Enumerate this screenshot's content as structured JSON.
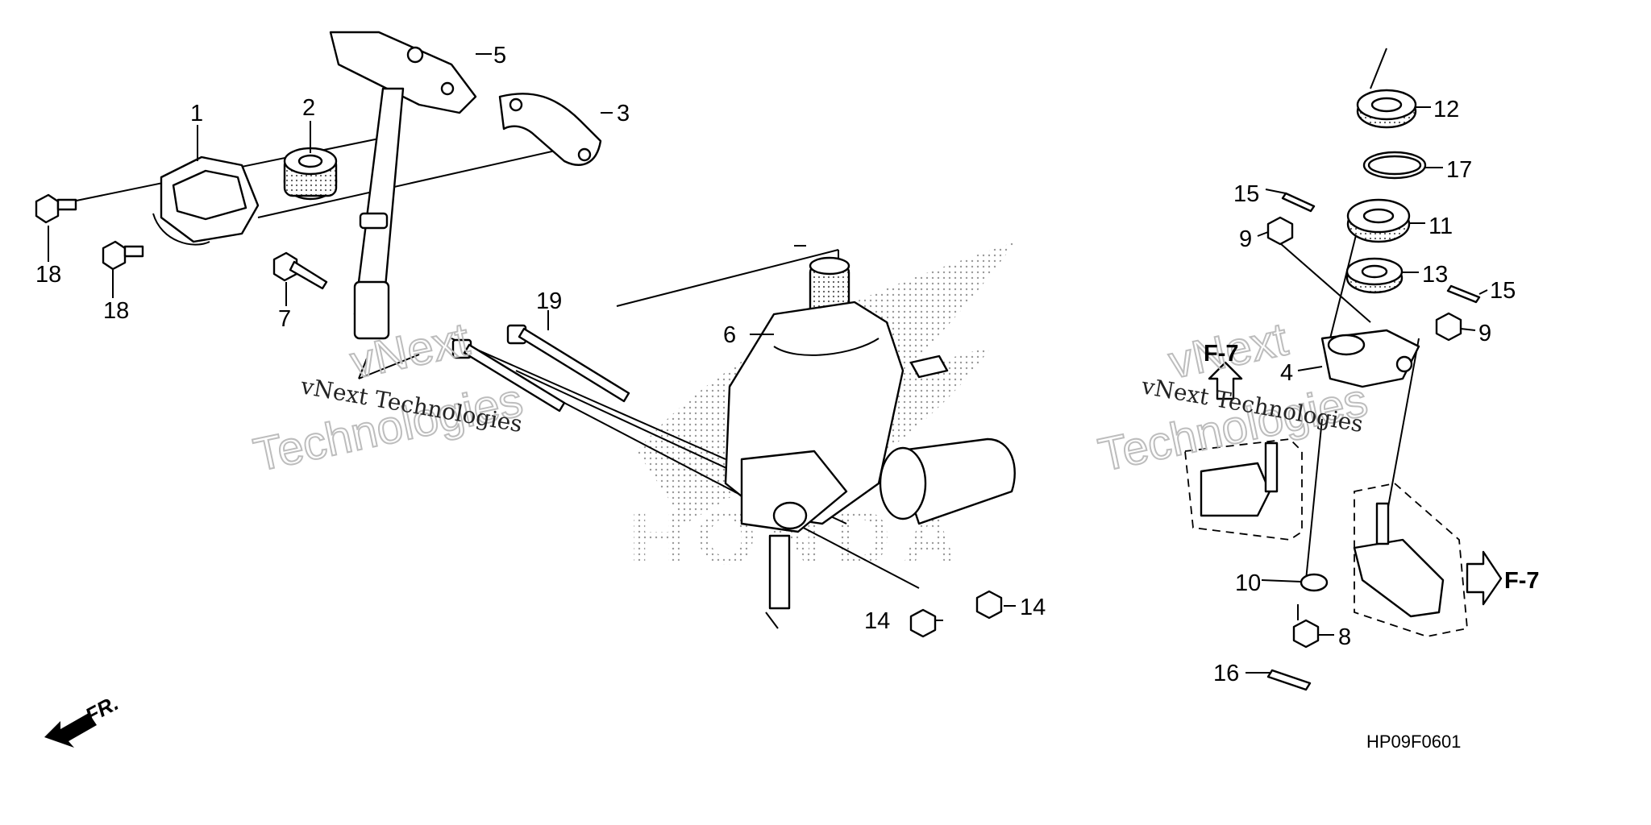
{
  "callouts": {
    "c1": "1",
    "c2": "2",
    "c3": "3",
    "c4": "4",
    "c5": "5",
    "c6": "6",
    "c7": "7",
    "c8": "8",
    "c9a": "9",
    "c9b": "9",
    "c10": "10",
    "c11": "11",
    "c12": "12",
    "c13": "13",
    "c14a": "14",
    "c14b": "14",
    "c15a": "15",
    "c15b": "15",
    "c16": "16",
    "c17": "17",
    "c18a": "18",
    "c18b": "18",
    "c19": "19"
  },
  "refs": {
    "ref_top": "F-7",
    "ref_right": "F-7"
  },
  "watermarks": {
    "left_big": "Technologies",
    "left_big_v": "vNext",
    "left_small": "vNext Technologies",
    "right_big": "Technologies",
    "right_big_v": "vNext",
    "right_small": "vNext Technologies",
    "brand": "HONDA"
  },
  "front_label": "FR.",
  "diagram_code": "HP09F0601"
}
